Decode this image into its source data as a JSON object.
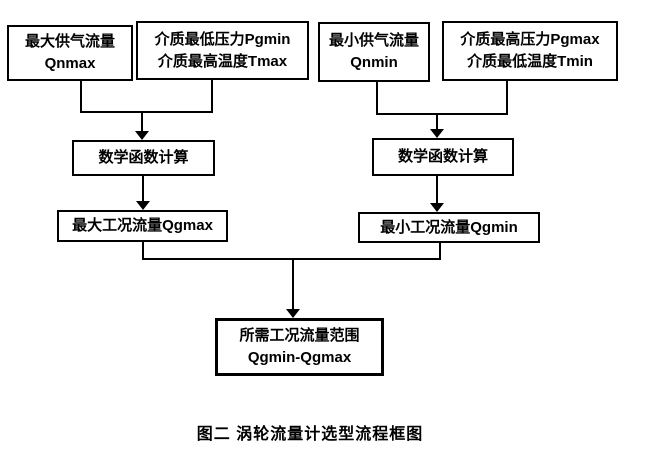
{
  "boxes": {
    "qnmax": {
      "line1": "最大供气流量",
      "line2": "Qnmax"
    },
    "pgmin_tmax": {
      "line1": "介质最低压力Pgmin",
      "line2": "介质最高温度Tmax"
    },
    "qnmin": {
      "line1": "最小供气流量",
      "line2": "Qnmin"
    },
    "pgmax_tmin": {
      "line1": "介质最高压力Pgmax",
      "line2": "介质最低温度Tmin"
    },
    "calc_left": {
      "label": "数学函数计算"
    },
    "calc_right": {
      "label": "数学函数计算"
    },
    "qgmax": {
      "label": "最大工况流量Qgmax"
    },
    "qgmin": {
      "label": "最小工况流量Qgmin"
    },
    "result": {
      "line1": "所需工况流量范围",
      "line2": "Qgmin-Qgmax"
    }
  },
  "caption": "图二  涡轮流量计选型流程框图",
  "colors": {
    "background": "#ffffff",
    "line": "#000000",
    "text": "#000000"
  }
}
